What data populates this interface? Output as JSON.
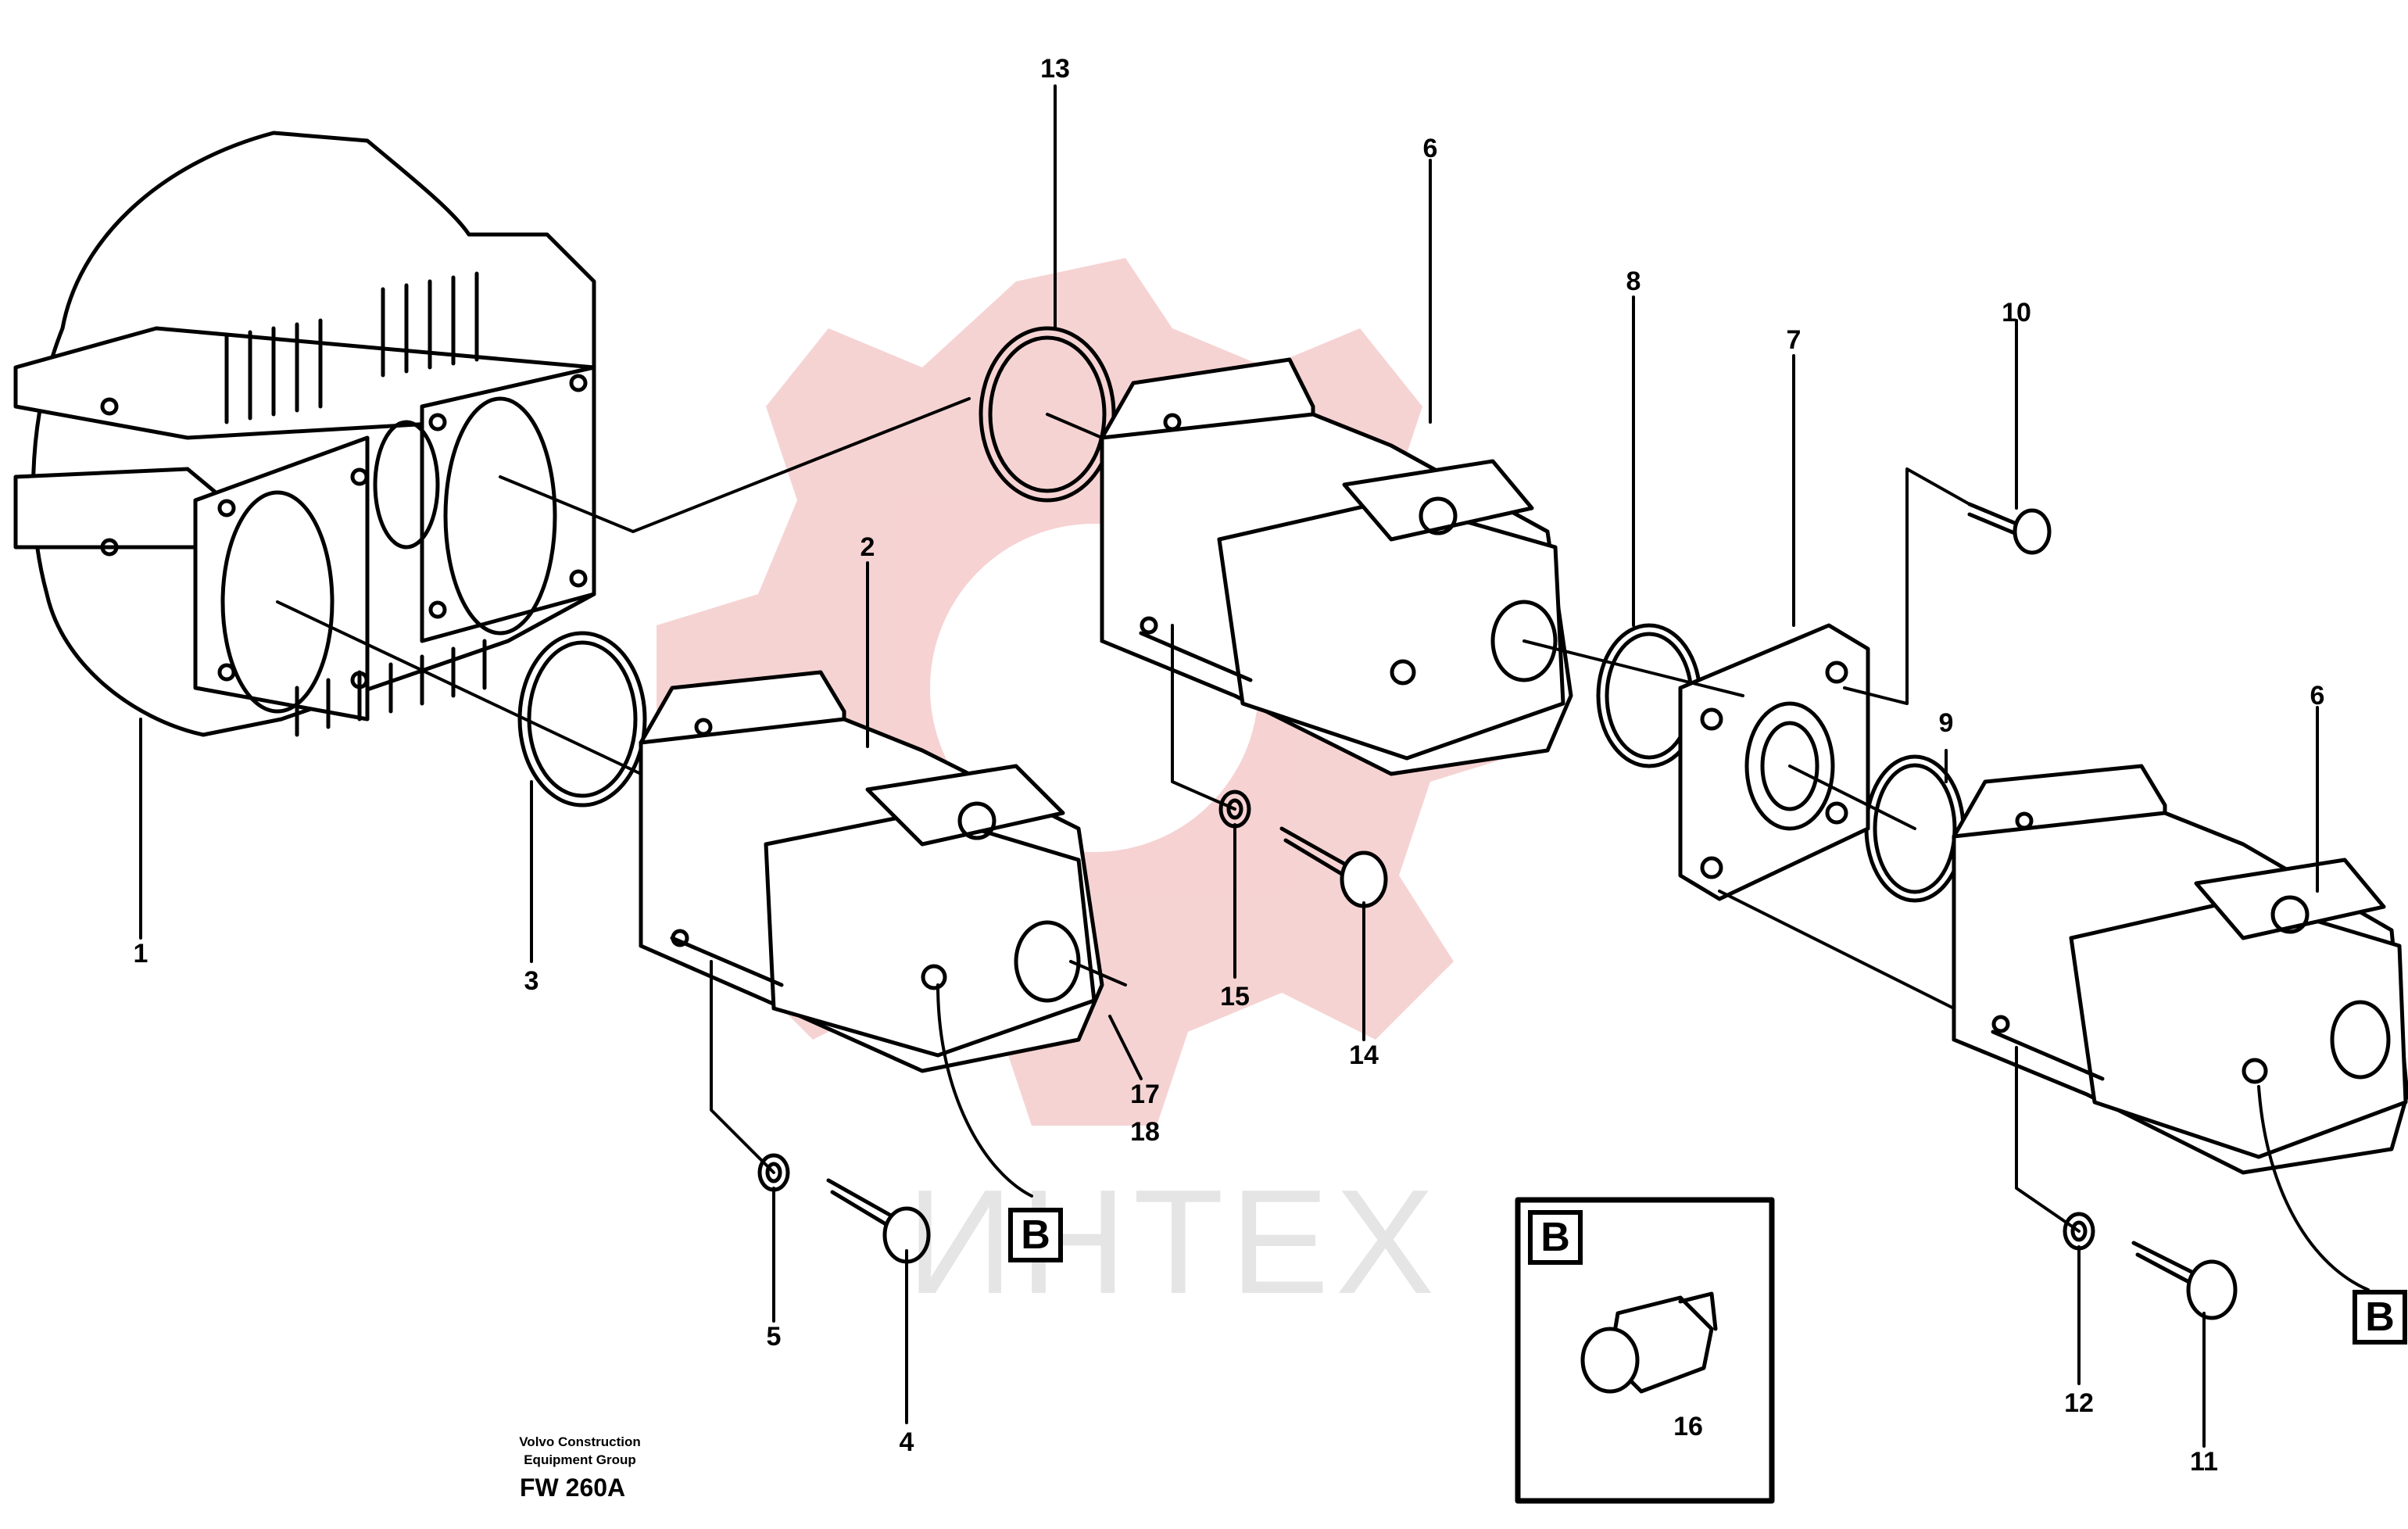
{
  "callouts": {
    "c1": "1",
    "c2": "2",
    "c3": "3",
    "c4": "4",
    "c5": "5",
    "c6a": "6",
    "c6b": "6",
    "c7": "7",
    "c8": "8",
    "c9": "9",
    "c10": "10",
    "c11": "11",
    "c12": "12",
    "c13": "13",
    "c14": "14",
    "c15": "15",
    "c16": "16",
    "c17": "17",
    "c18": "18"
  },
  "detail_labels": {
    "b1": "B",
    "b2": "B",
    "b_inset": "B"
  },
  "watermark": "ИНТЕХ",
  "footer": {
    "company_line1": "Volvo Construction",
    "company_line2": "Equipment Group",
    "figure_code": "FW 260A"
  },
  "colors": {
    "ink": "#000000",
    "watermark_red": "#f3c4c4",
    "background": "#ffffff"
  }
}
